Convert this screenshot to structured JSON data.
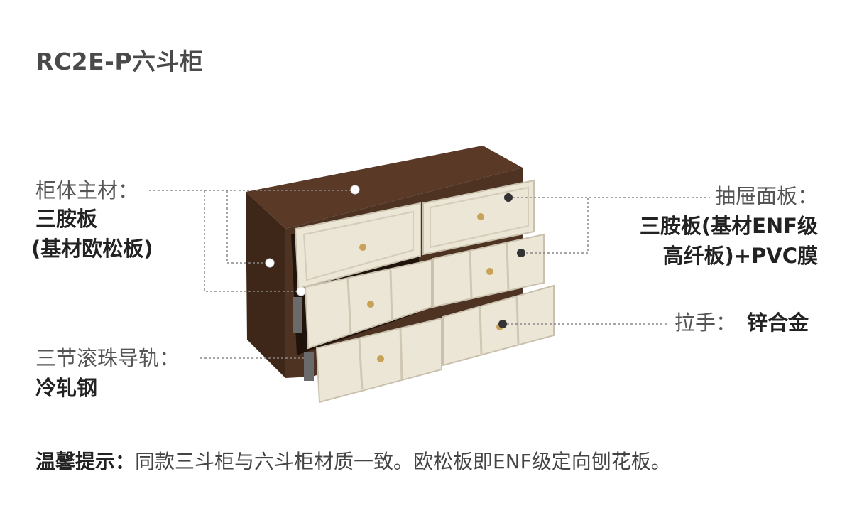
{
  "title": "RC2E-P六斗柜",
  "callouts": {
    "body": {
      "label": "柜体主材：",
      "line1": "三胺板",
      "line2": "(基材欧松板)"
    },
    "drawer_face": {
      "label": "抽屉面板：",
      "line1": "三胺板(基材ENF级",
      "line2": "高纤板)+PVC膜"
    },
    "handle": {
      "label": "拉手：",
      "value": "锌合金"
    },
    "rail": {
      "label": "三节滚珠导轨：",
      "value": "冷轧钢"
    }
  },
  "footer": {
    "label": "温馨提示：",
    "text": "同款三斗柜与六斗柜材质一致。欧松板即ENF级定向刨花板。"
  },
  "colors": {
    "cabinet_wood": "#4e3322",
    "drawer_front": "#ece6d6",
    "knob": "#c9a25a",
    "leader": "#888888"
  }
}
